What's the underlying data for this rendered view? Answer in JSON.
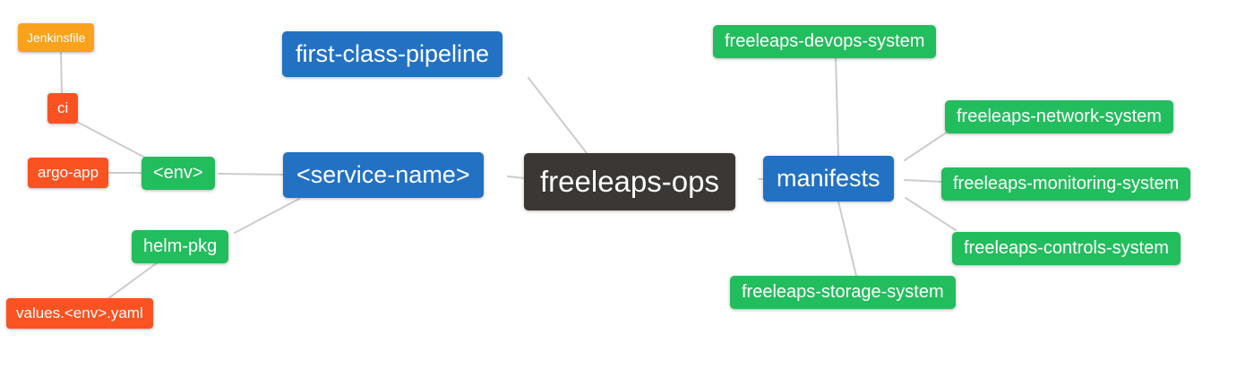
{
  "diagram": {
    "type": "mind-map",
    "root_label": "freeleaps-ops",
    "colors": {
      "root_node": "#3B3734",
      "level1_blue": "#2271C3",
      "level2_green": "#22BD5D",
      "level3_red": "#FB5222",
      "level4_orange": "#FAA21B",
      "edge": "#CCCCCC",
      "node_text": "#FFFFFF",
      "background": "#FFFFFF"
    },
    "nodes": {
      "root": {
        "label": "freeleaps-ops"
      },
      "pipeline": {
        "label": "first-class-pipeline"
      },
      "service_name": {
        "label": "<service-name>"
      },
      "manifests": {
        "label": "manifests"
      },
      "env": {
        "label": "<env>"
      },
      "helm_pkg": {
        "label": "helm-pkg"
      },
      "ci": {
        "label": "ci"
      },
      "argo_app": {
        "label": "argo-app"
      },
      "jenkinsfile": {
        "label": "Jenkinsfile"
      },
      "values_env_yaml": {
        "label": "values.<env>.yaml"
      },
      "devops_system": {
        "label": "freeleaps-devops-system"
      },
      "network_system": {
        "label": "freeleaps-network-system"
      },
      "monitoring_system": {
        "label": "freeleaps-monitoring-system"
      },
      "controls_system": {
        "label": "freeleaps-controls-system"
      },
      "storage_system": {
        "label": "freeleaps-storage-system"
      }
    },
    "edges": [
      {
        "from": "jenkinsfile",
        "to": "ci"
      },
      {
        "from": "ci",
        "to": "env"
      },
      {
        "from": "argo_app",
        "to": "env"
      },
      {
        "from": "env",
        "to": "service_name"
      },
      {
        "from": "helm_pkg",
        "to": "service_name"
      },
      {
        "from": "values_env_yaml",
        "to": "helm_pkg"
      },
      {
        "from": "pipeline",
        "to": "root"
      },
      {
        "from": "service_name",
        "to": "root"
      },
      {
        "from": "root",
        "to": "manifests"
      },
      {
        "from": "manifests",
        "to": "devops_system"
      },
      {
        "from": "manifests",
        "to": "network_system"
      },
      {
        "from": "manifests",
        "to": "monitoring_system"
      },
      {
        "from": "manifests",
        "to": "controls_system"
      },
      {
        "from": "manifests",
        "to": "storage_system"
      }
    ]
  }
}
